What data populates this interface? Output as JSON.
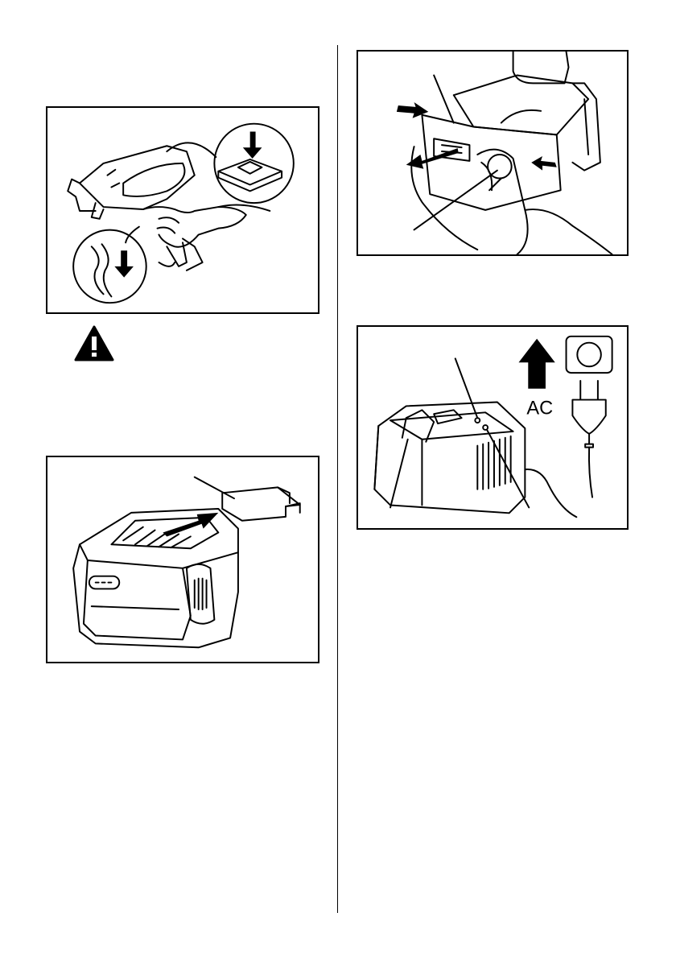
{
  "figures": {
    "tool_grip": {
      "description": "none"
    },
    "battery_cover": {
      "description": "none"
    },
    "battery_removal": {
      "description": "none"
    },
    "charger": {
      "ac_label": "AC"
    }
  },
  "icons": {
    "warning": "warning-triangle-icon"
  },
  "colors": {
    "line": "#000000",
    "background": "#ffffff"
  }
}
